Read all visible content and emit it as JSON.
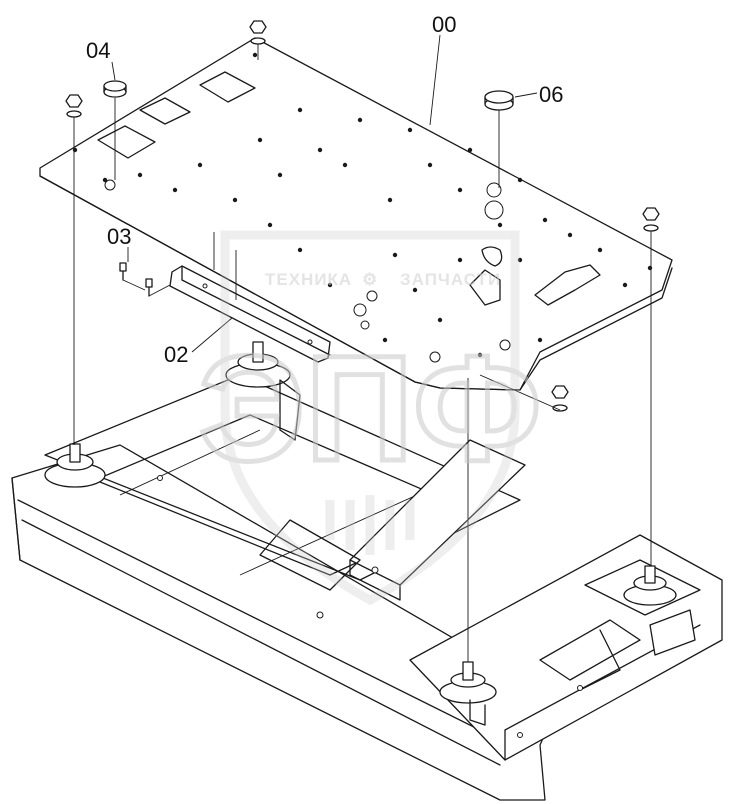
{
  "callouts": [
    {
      "id": "00",
      "text": "00"
    },
    {
      "id": "02",
      "text": "02"
    },
    {
      "id": "03",
      "text": "03"
    },
    {
      "id": "04",
      "text": "04"
    },
    {
      "id": "06",
      "text": "06"
    }
  ],
  "watermark": {
    "left_word": "ТЕХНИКА",
    "right_word": "ЗАПЧАСТИ",
    "emblem": "gear-icon",
    "monogram": "ЭПФ",
    "color": "#cfcfcf"
  }
}
